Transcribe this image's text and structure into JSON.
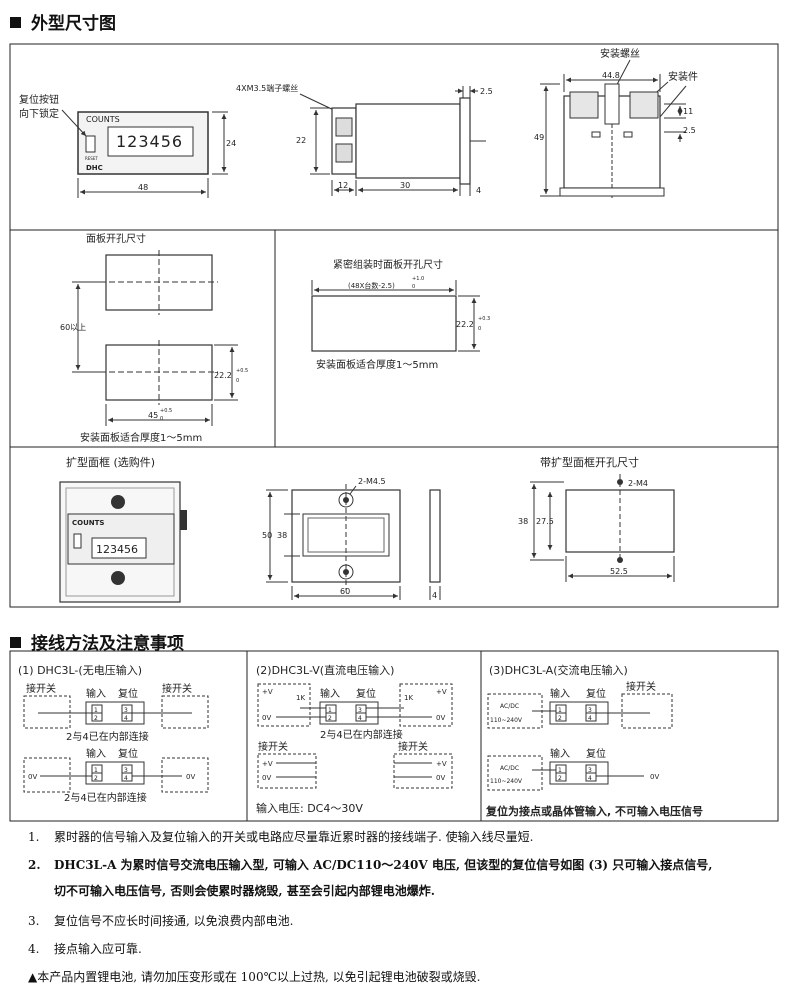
{
  "section1": {
    "title": "外型尺寸图",
    "top": {
      "counter_brand": "COUNTS",
      "counter_digits": "123456",
      "counter_maker": "DHC",
      "counter_reset_text": "RESET",
      "reset_label_line1": "复位按钮",
      "reset_label_line2": "向下锁定",
      "dim_height_24": "24",
      "dim_width_48": "48",
      "terminal_label": "4XM3.5端子螺丝",
      "dim_25": "2.5",
      "dim_22": "22",
      "dim_12": "12",
      "dim_30": "30",
      "dim_4": "4",
      "mount_screw_label": "安装螺丝",
      "mount_part_label": "安装件",
      "dim_448": "44.8",
      "dim_49": "49",
      "dim_11": "11",
      "dim_25b": "2.5"
    },
    "middle_left": {
      "title": "面板开孔尺寸",
      "dim_60": "60以上",
      "dim_222": "22.2",
      "dim_222_sup": "+0.5",
      "dim_222_sub": "0",
      "dim_45": "45",
      "dim_45_sup": "+0.5",
      "dim_45_sub": "0",
      "note": "安装面板适合厚度1～5mm"
    },
    "middle_right": {
      "title": "紧密组装时面板开孔尺寸",
      "formula": "(48X台数-2.5)",
      "formula_sup": "+1.0",
      "formula_sub": "0",
      "dim_222": "22.2",
      "dim_222_sup": "+0.3",
      "dim_222_sub": "0",
      "note": "安装面板适合厚度1～5mm"
    },
    "bottom": {
      "title_left": "扩型面框 (选购件)",
      "counter_brand": "COUNTS",
      "counter_digits": "123456",
      "hole_label": "2-M4.5",
      "dim_50": "50",
      "dim_38": "38",
      "dim_60": "60",
      "dim_4": "4",
      "title_right": "带扩型面框开孔尺寸",
      "hole_label_right": "2-M4",
      "dim_38b": "38",
      "dim_275": "27.5",
      "dim_525": "52.5"
    }
  },
  "section2": {
    "title": "接线方法及注意事项",
    "panel1": {
      "title": "(1) DHC3L-(无电压输入)",
      "switch_left": "接开关",
      "input": "输入",
      "reset": "复位",
      "switch_right": "接开关",
      "note1": "2与4已在内部连接",
      "input2": "输入",
      "reset2": "复位",
      "ov_left": "0V",
      "ov_right": "0V",
      "note2": "2与4已在内部连接"
    },
    "panel2": {
      "title": "(2)DHC3L-V(直流电压输入)",
      "plus_v": "+V",
      "input": "输入",
      "reset": "复位",
      "k1": "1K",
      "k2": "1K",
      "ov": "0V",
      "note": "2与4已在内部连接",
      "switch_left": "接开关",
      "switch_right": "接开关",
      "input_voltage": "输入电压: DC4～30V"
    },
    "panel3": {
      "title": "(3)DHC3L-A(交流电压输入)",
      "input": "输入",
      "reset": "复位",
      "switch": "接开关",
      "acdc": "AC/DC",
      "range": "110~240V",
      "ov": "0V",
      "footer": "复位为接点或晶体管输入, 不可输入电压信号"
    }
  },
  "notes": [
    {
      "num": "1.",
      "text": "累时器的信号输入及复位输入的开关或电路应尽量靠近累时器的接线端子. 使输入线尽量短."
    },
    {
      "num": "2.",
      "text": "DHC3L-A 为累时信号交流电压输入型, 可输入 AC/DC110～240V 电压, 但该型的复位信号如图 (3) 只可输入接点信号,"
    },
    {
      "num": "",
      "text": "切不可输入电压信号, 否则会使累时器烧毁, 甚至会引起内部锂电池爆炸."
    },
    {
      "num": "3.",
      "text": "复位信号不应长时间接通, 以免浪费内部电池."
    },
    {
      "num": "4.",
      "text": "接点输入应可靠."
    },
    {
      "num": "",
      "text": "▲本产品内置锂电池, 请勿加压变形或在 100℃以上过热, 以免引起锂电池破裂或烧毁."
    }
  ]
}
